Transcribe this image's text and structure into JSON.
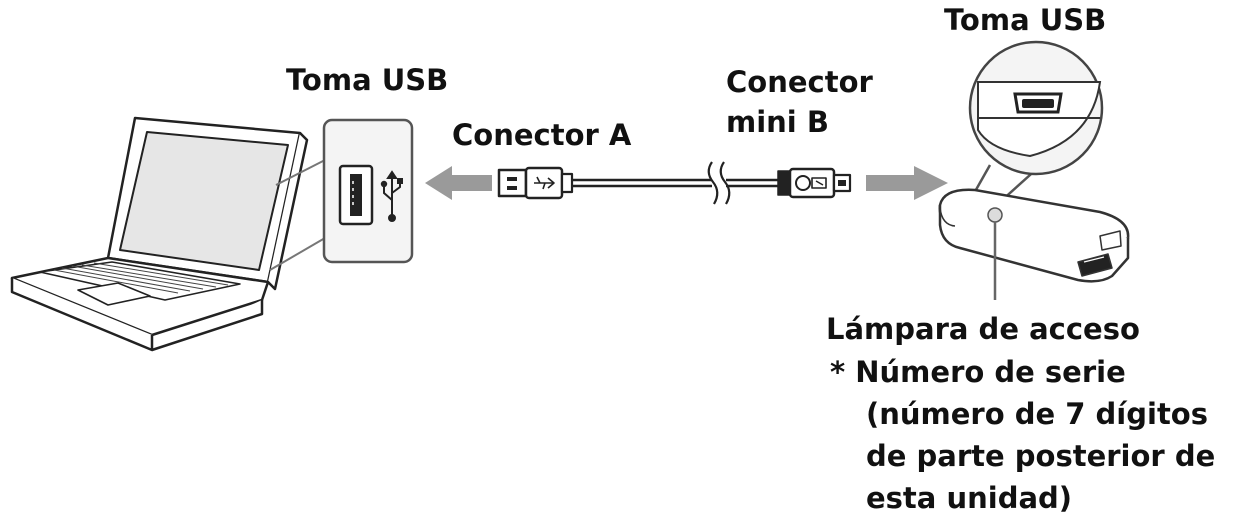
{
  "labels": {
    "toma_usb_left": "Toma USB",
    "toma_usb_right": "Toma USB",
    "conector_a": "Conector A",
    "conector_mini_b_line1": "Conector",
    "conector_mini_b_line2": "mini B",
    "lampara": "Lámpara de acceso",
    "serial_line1": "* Número de serie",
    "serial_line2": "(número de 7 dígitos",
    "serial_line3": "de parte posterior de",
    "serial_line4": "esta unidad)"
  },
  "colors": {
    "ink": "#111111",
    "arrow": "#9a9a9a",
    "panel_fill": "#f4f4f4",
    "panel_stroke": "#555555",
    "screen": "#e6e6e6"
  },
  "icons": [
    "laptop-icon",
    "usb-port-icon",
    "usb-trident-icon",
    "usb-cable-icon",
    "reader-device-icon",
    "mini-b-port-icon"
  ]
}
